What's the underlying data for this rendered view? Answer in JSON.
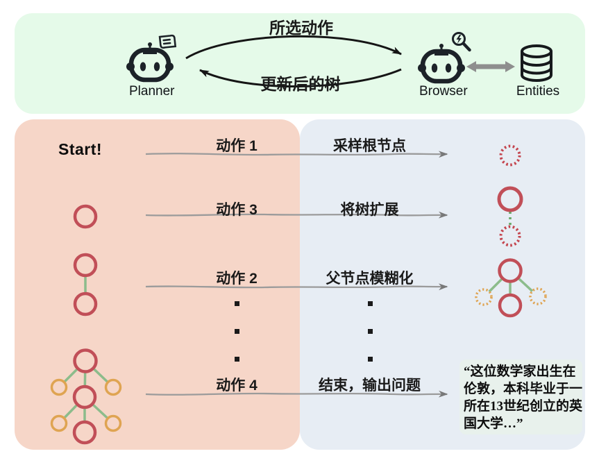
{
  "top_panel": {
    "planner_label": "Planner",
    "browser_label": "Browser",
    "entities_label": "Entities",
    "arrow_top_label": "所选动作",
    "arrow_bottom_label": "更新后的树"
  },
  "flow": {
    "start_label": "Start!",
    "rows": [
      {
        "action": "动作 1",
        "desc": "采样根节点"
      },
      {
        "action": "动作 3",
        "desc": "将树扩展"
      },
      {
        "action": "动作 2",
        "desc": "父节点模糊化"
      },
      {
        "action": "动作 4",
        "desc": "结束，输出问题"
      }
    ],
    "output_question": {
      "line1": "“这位数学家出生在",
      "line2": "伦敦，本科毕业于一",
      "line3": "所在13世纪创立的英",
      "line4": "国大学…”"
    }
  },
  "icons": {
    "planner": "robot-icon",
    "planner_badge": "scroll-icon",
    "browser": "robot-icon",
    "browser_badge": "magnifier-lightning-icon",
    "entities": "database-icon"
  },
  "colors": {
    "top_panel_bg": "#e5fae9",
    "left_panel_bg": "#f6d6c8",
    "right_panel_bg": "#e7edf4",
    "output_box_bg": "#e8f1ec",
    "node_red": "#c14f58",
    "node_orange": "#dfa452",
    "edge_green": "#8cbc8b",
    "dotted_green": "#68a968",
    "arrow_gray": "#9b9b9b",
    "icon_dark": "#1c2228"
  }
}
